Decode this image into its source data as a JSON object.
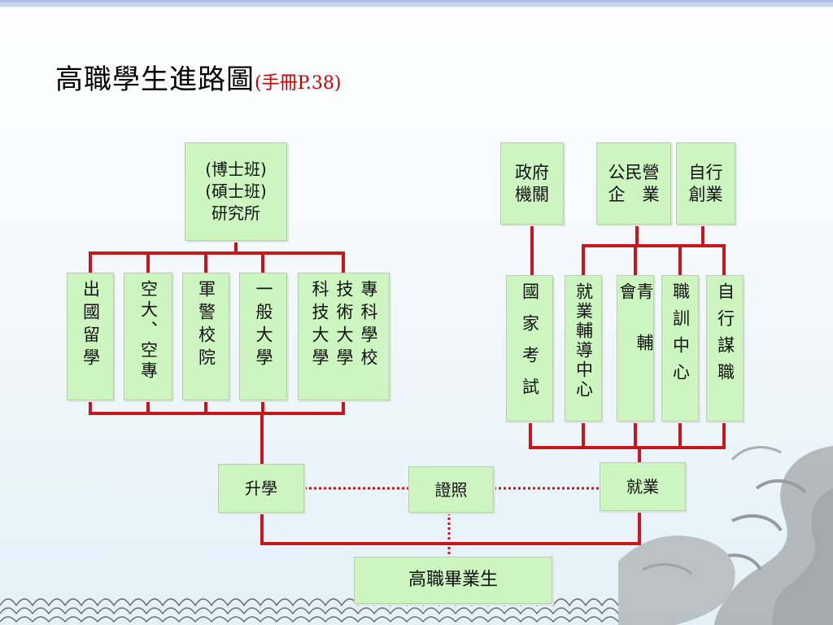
{
  "title": {
    "main": "高職學生進路圖",
    "sub": "(手冊P.38)"
  },
  "nodes": {
    "graduate": "高職畢業生",
    "further_study": "升學",
    "certificate": "證照",
    "employment": "就業",
    "graduate_school": "(博士班)\n(碩士班)\n研究所",
    "study_options": {
      "abroad": [
        "出國留學"
      ],
      "open_univ": [
        "空大、空專"
      ],
      "military": [
        "軍警校院"
      ],
      "general": [
        "一般大學"
      ],
      "tech": [
        "專科學校",
        "技術大學",
        "科技大學"
      ]
    },
    "job_paths": {
      "exam": [
        "國家考試"
      ],
      "employment_center": [
        "就業輔導中心"
      ],
      "youth": [
        "青輔會"
      ],
      "vocational": [
        "職訓中心"
      ],
      "self_job": [
        "自行謀職"
      ]
    },
    "outcomes": {
      "government": "政府\n機關",
      "enterprise": "公民營\n企　業",
      "startup": "自行\n創業"
    }
  },
  "colors": {
    "node_fill": "#ccf5c0",
    "line": "#c8161d",
    "connector_dotted": "#c8161d",
    "title_sub": "#cc0000"
  },
  "decor_icons": [
    "wave-pattern",
    "dragon-illustration"
  ]
}
